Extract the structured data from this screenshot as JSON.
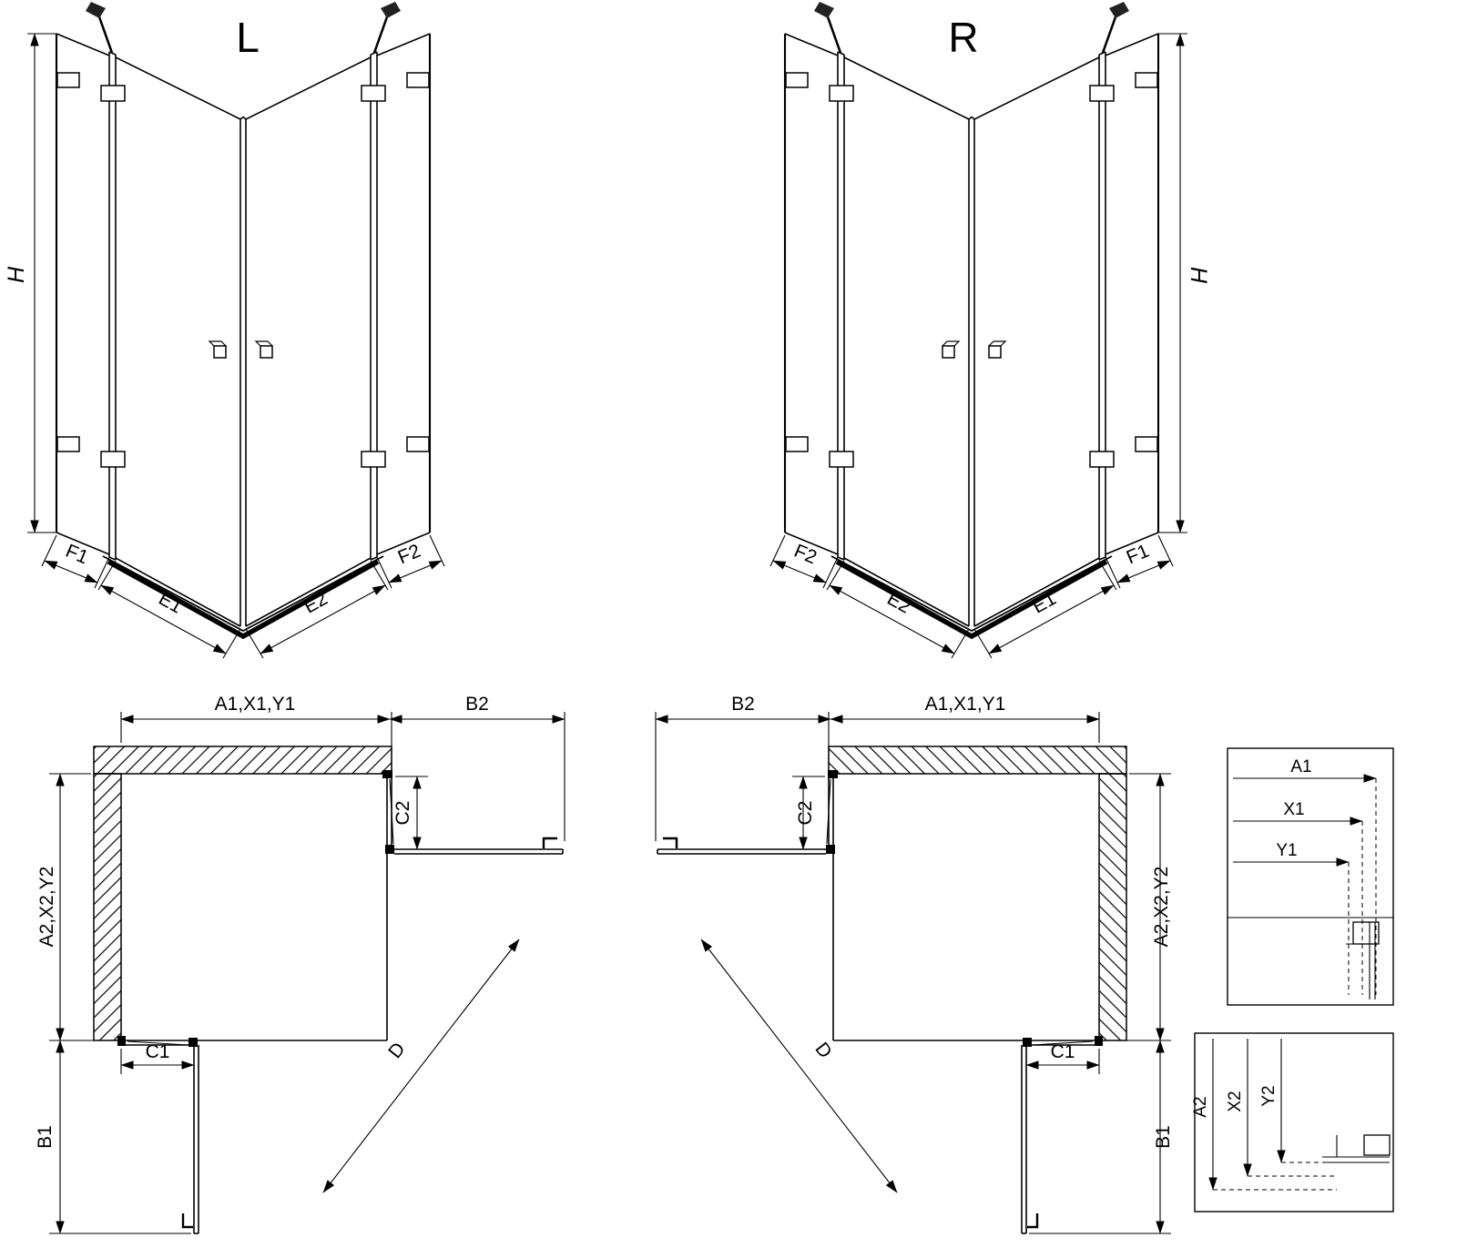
{
  "colors": {
    "line": "#000000",
    "background": "#ffffff"
  },
  "perspective_left": {
    "variant": "L",
    "height": "H",
    "f1": "F1",
    "e1": "E1",
    "e2": "E2",
    "f2": "F2"
  },
  "perspective_right": {
    "variant": "R",
    "height": "H",
    "f1": "F1",
    "e1": "E1",
    "e2": "E2",
    "f2": "F2"
  },
  "plan_left": {
    "top_width": "A1,X1,Y1",
    "door_top": "B2",
    "fixed_right": "C2",
    "side_depth": "A2,X2,Y2",
    "fixed_bottom": "C1",
    "door_bottom": "B1",
    "diagonal": "D"
  },
  "plan_right": {
    "top_width": "A1,X1,Y1",
    "door_top": "B2",
    "fixed_left": "C2",
    "side_depth": "A2,X2,Y2",
    "fixed_bottom": "C1",
    "door_bottom": "B1",
    "diagonal": "D"
  },
  "detail_widths": {
    "a1": "A1",
    "x1": "X1",
    "y1": "Y1"
  },
  "detail_depths": {
    "a2": "A2",
    "x2": "X2",
    "y2": "Y2"
  }
}
